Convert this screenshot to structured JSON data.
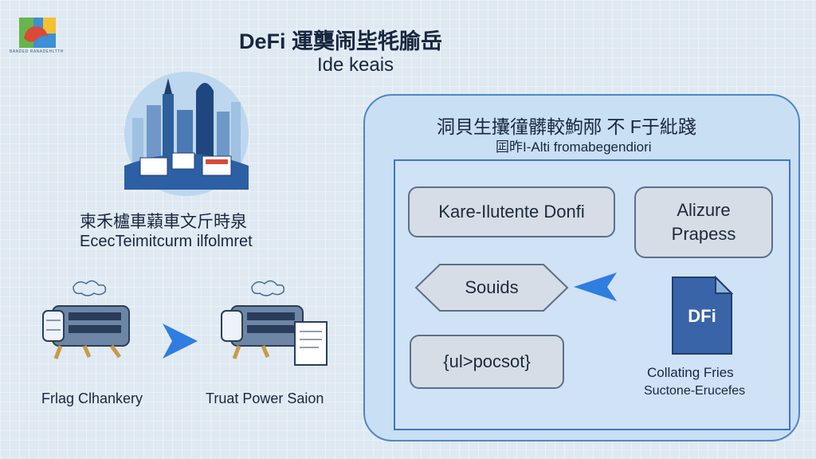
{
  "header": {
    "title": "DeFi 運龑闹坒牦腧岳",
    "subtitle": "Ide keais",
    "logo_caption": "BANDED RANADEHLTTH"
  },
  "left": {
    "caption_cn": "柬禾櫨車蘔車文斤時泉",
    "caption_en": "EcecTeimitcurm ilfolmret",
    "flow": [
      {
        "label": "Frlag Clhankery",
        "icon": "server-machine-icon"
      },
      {
        "label": "Truat Power Saion",
        "icon": "server-document-icon"
      }
    ]
  },
  "panel": {
    "title": "洞貝生攮徸髒較鮈邴 不 F于紕踐",
    "subtitle": "囸昨I-Alti fromabegendiori",
    "boxes": [
      {
        "label": "Kare-Ilutente Donfi"
      },
      {
        "label_line1": "Alizure",
        "label_line2": "Prapess"
      },
      {
        "label": "Souids"
      },
      {
        "label": "{ul>pocsot}"
      }
    ],
    "document": {
      "icon_text": "DFi",
      "title": "Collating Fries",
      "subtitle": "Suctone-Erucefes"
    }
  },
  "colors": {
    "accent": "#2f7de0",
    "panel_border": "#4f86c6",
    "panel_fill": "#c9dff3",
    "box_fill": "#d6dde6",
    "doc_blue": "#3a64a8"
  }
}
